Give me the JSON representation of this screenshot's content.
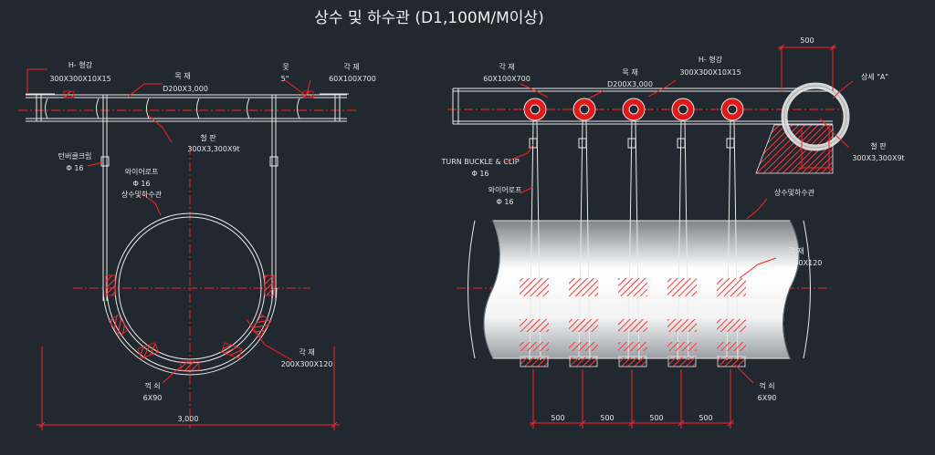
{
  "title": "상수 및 하수관 (D1,100M/M이상)",
  "colors": {
    "background": "#212830",
    "line": "#e8e8e8",
    "accent": "#ff2020",
    "hatch": "#ff3838"
  },
  "left": {
    "hbeam_name": "H- 형강",
    "hbeam_spec": "300X300X10X15",
    "wood_name": "목 재",
    "wood_spec": "D200X3,000",
    "nail_name": "못",
    "nail_spec": "5\"",
    "block_name": "각 재",
    "block_spec": "60X100X700",
    "plate_name": "철 판",
    "plate_spec": "300X3,300X9t",
    "clip_name": "턴버클크립",
    "clip_spec": "Φ 16",
    "rope_name": "와이어로프",
    "rope_spec": "Φ 16",
    "pipe_name": "상수및하수관",
    "timber_name": "각 재",
    "timber_spec": "200X300X120",
    "wedge_name": "꺽 쇠",
    "wedge_spec": "6X90",
    "dim_width": "3,000"
  },
  "right": {
    "block_name": "각 재",
    "block_spec": "60X100X700",
    "wood_name": "목 재",
    "wood_spec": "D200X3,000",
    "hbeam_name": "H- 형강",
    "hbeam_spec": "300X300X10X15",
    "dim_top": "500",
    "detail_label": "상세 \"A\"",
    "plate_name": "철 판",
    "plate_spec": "300X3,300X9t",
    "turnbuckle": "TURN BUCKLE & CLIP",
    "turnbuckle_spec": "Φ 16",
    "rope_name": "와이어로프",
    "rope_spec": "Φ 16",
    "pipe_name": "상수및하수관",
    "timber_name": "각 재",
    "timber_spec": "200X300X120",
    "wedge_name": "꺽 쇠",
    "wedge_spec": "6X90",
    "spacing": [
      "500",
      "500",
      "500",
      "500"
    ]
  }
}
